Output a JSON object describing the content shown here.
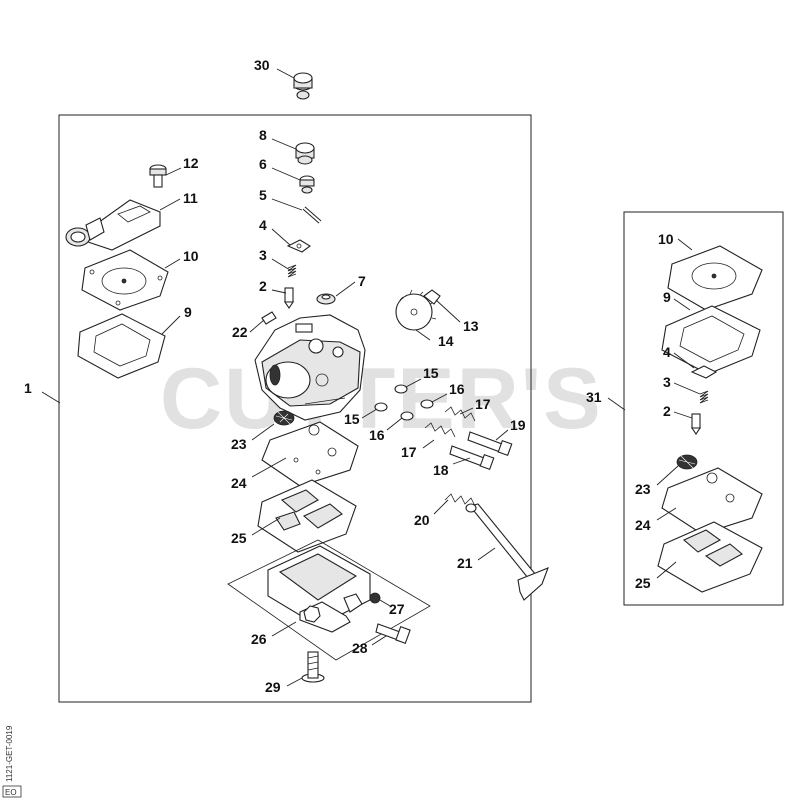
{
  "watermark": "CUTTER'S",
  "figure_ref": "1121-GET-0019",
  "figure_code": "EO",
  "labels": {
    "l30": "30",
    "l8": "8",
    "l6": "6",
    "l5": "5",
    "l4": "4",
    "l3": "3",
    "l2": "2",
    "l12": "12",
    "l11": "11",
    "l10": "10",
    "l9": "9",
    "l7": "7",
    "l22": "22",
    "l13": "13",
    "l14": "14",
    "l1": "1",
    "l15a": "15",
    "l15b": "15",
    "l16a": "16",
    "l16b": "16",
    "l17a": "17",
    "l17b": "17",
    "l19": "19",
    "l18": "18",
    "l23": "23",
    "l24": "24",
    "l20": "20",
    "l25": "25",
    "l21": "21",
    "l27": "27",
    "l26": "26",
    "l28": "28",
    "l29": "29",
    "k10": "10",
    "k9": "9",
    "k4": "4",
    "k3": "3",
    "k2": "2",
    "k31": "31",
    "k23": "23",
    "k24": "24",
    "k25": "25"
  }
}
